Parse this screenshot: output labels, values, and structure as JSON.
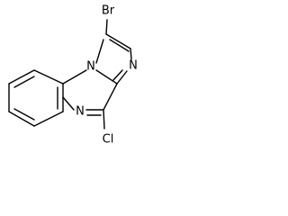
{
  "molecule": {
    "atoms": {
      "bromine": "Br",
      "nitrogen_bridgehead": "N",
      "nitrogen_imidazole": "N",
      "nitrogen_pyrazine": "N",
      "chlorine": "Cl"
    }
  }
}
